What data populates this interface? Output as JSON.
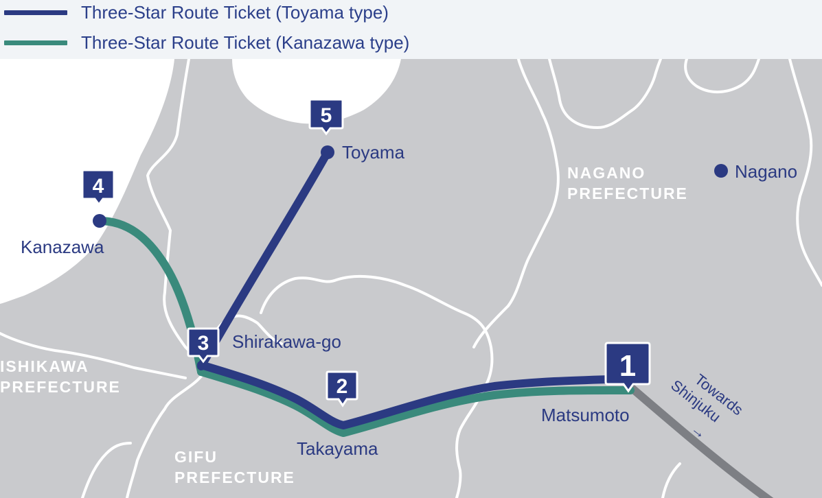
{
  "colors": {
    "toyama_route": "#2b3a82",
    "kanazawa_route": "#3a8a7c",
    "extension_route": "#7d7f84",
    "land": "#c9cacd",
    "sea": "#ffffff",
    "border": "#ffffff",
    "legend_bg": "#f1f4f7",
    "label": "#2b3a82"
  },
  "legend": [
    {
      "label": "Three-Star Route Ticket (Toyama type)",
      "color": "#2b3a82"
    },
    {
      "label": "Three-Star Route Ticket (Kanazawa type)",
      "color": "#3a8a7c"
    }
  ],
  "cities": {
    "toyama": "Toyama",
    "kanazawa": "Kanazawa",
    "shirakawago": "Shirakawa-go",
    "takayama": "Takayama",
    "matsumoto": "Matsumoto",
    "nagano": "Nagano"
  },
  "prefectures": {
    "nagano": [
      "NAGANO",
      "PREFECTURE"
    ],
    "ishikawa": [
      "ISHIKAWA",
      "PREFECTURE"
    ],
    "gifu": [
      "GIFU",
      "PREFECTURE"
    ]
  },
  "markers": {
    "m1": "1",
    "m2": "2",
    "m3": "3",
    "m4": "4",
    "m5": "5"
  },
  "direction": [
    "Towards",
    "Shinjuku"
  ],
  "direction_arrow": "→"
}
